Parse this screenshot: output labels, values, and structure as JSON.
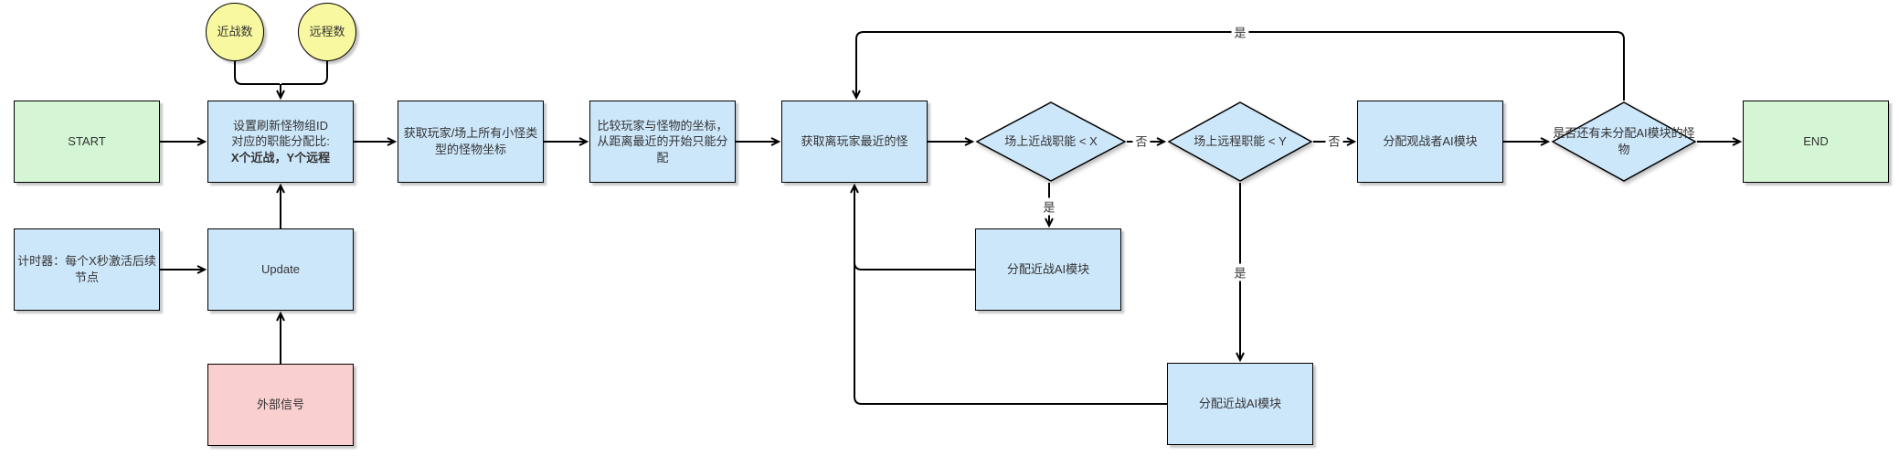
{
  "diagram_title": "monster-ai-assignment-flowchart",
  "nodes": {
    "start": "START",
    "end": "END",
    "melee_count": "近战数",
    "ranged_count": "远程数",
    "set_ratio_line1": "设置刷新怪物组ID",
    "set_ratio_line2": "对应的职能分配比:",
    "set_ratio_line3": "X个近战，Y个远程",
    "timer": "计时器：每个X秒激活后续节点",
    "update": "Update",
    "external_signal": "外部信号",
    "get_coords": "获取玩家/场上所有小怪类型的怪物坐标",
    "compare_coords": "比较玩家与怪物的坐标，从距离最近的开始只能分配",
    "get_nearest": "获取离玩家最近的怪",
    "decision_melee": "场上近战职能 < X",
    "decision_ranged": "场上远程职能 < Y",
    "assign_melee_top": "分配近战AI模块",
    "assign_melee_bottom": "分配近战AI模块",
    "assign_spectator": "分配观战者AI模块",
    "decision_remaining": "是否还有未分配AI模块的怪物"
  },
  "edge_labels": {
    "no_melee": "否",
    "no_ranged": "否",
    "yes_melee": "是",
    "yes_ranged": "是",
    "yes_loop": "是"
  },
  "colors": {
    "node_green": "#d4f6d4",
    "node_blue": "#cde7fa",
    "node_yellow": "#f8f8a0",
    "node_pink": "#f9cfcf",
    "stroke": "#000000",
    "text": "#333333"
  }
}
